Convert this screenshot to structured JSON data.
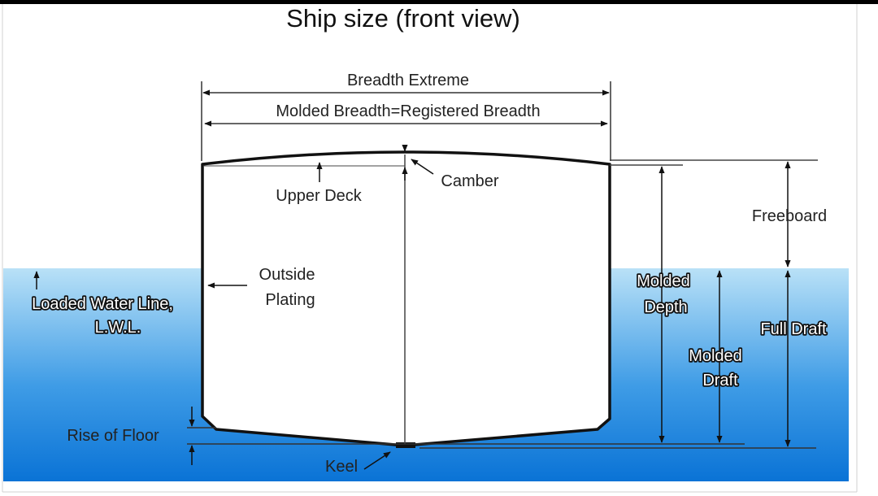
{
  "title": "Ship size (front view)",
  "labels": {
    "breadth_extreme": "Breadth Extreme",
    "molded_breadth": "Molded Breadth=Registered Breadth",
    "camber": "Camber",
    "upper_deck": "Upper Deck",
    "freeboard": "Freeboard",
    "outside_plating_1": "Outside",
    "outside_plating_2": "Plating",
    "lwl_1": "Loaded Water Line,",
    "lwl_2": "L.W.L.",
    "molded_depth_1": "Molded",
    "molded_depth_2": "Depth",
    "full_draft": "Full Draft",
    "molded_draft_1": "Molded",
    "molded_draft_2": "Draft",
    "rise_of_floor": "Rise of Floor",
    "keel": "Keel"
  },
  "colors": {
    "water_top": "#b9e1f7",
    "water_bottom": "#0a73d6",
    "hull_line": "#111111",
    "dimension_line": "#333333"
  }
}
